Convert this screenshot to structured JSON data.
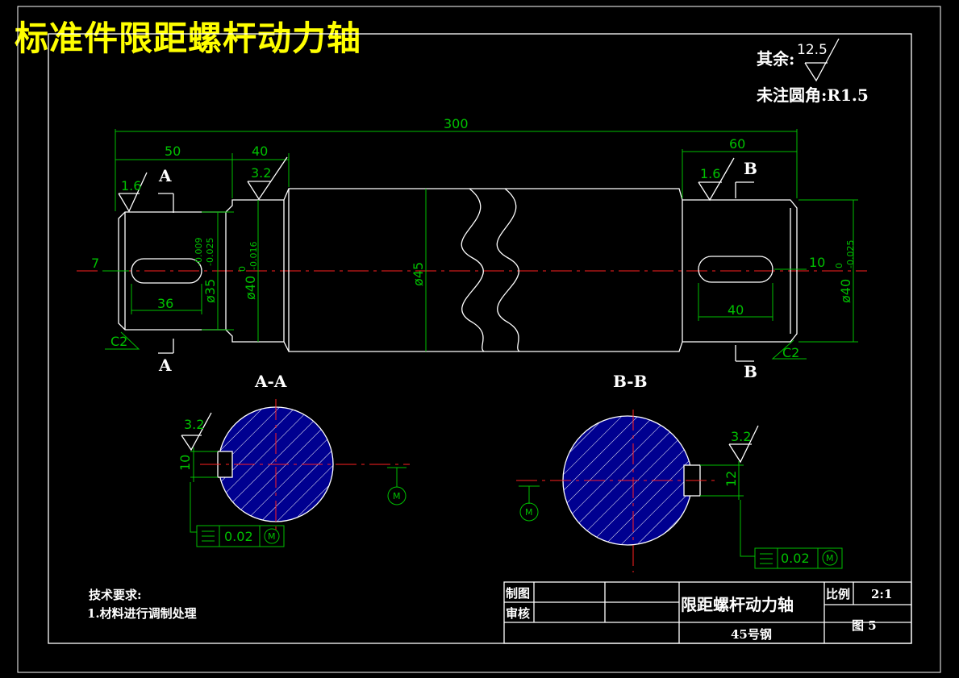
{
  "title": "标准件限距螺杆动力轴",
  "notes": {
    "roughness_rest_label": "其余:",
    "roughness_rest_value": "12.5",
    "fillet_note": "未注圆角:R1.5"
  },
  "dimensions": {
    "overall_length": "300",
    "left_length": "50",
    "step_length": "40",
    "right_length": "60",
    "keyway_left_length": "36",
    "keyway_right_length": "40",
    "dia_left": "ø35",
    "dia_left_tol_upper": "-0.009",
    "dia_left_tol_lower": "-0.025",
    "dia_step": "ø40",
    "dia_step_tol_upper": "0",
    "dia_step_tol_lower": "-0.016",
    "dia_mid": "ø45",
    "dia_right": "ø40",
    "dia_right_tol_upper": "0",
    "dia_right_tol_lower": "-0.025",
    "keyway_left_width": "7",
    "keyway_right_width": "10",
    "chamfer_left": "C2",
    "chamfer_right": "C2",
    "section_a_key_width": "10",
    "section_b_key_width": "12"
  },
  "roughness": {
    "left_end": "1.6",
    "step": "3.2",
    "right_end": "1.6",
    "section_a": "3.2",
    "section_b": "3.2"
  },
  "sections": {
    "a_marker": "A",
    "b_marker": "B",
    "a_title": "A-A",
    "b_title": "B-B",
    "tolerance_value": "0.02",
    "modifier": "M"
  },
  "tech_requirements": {
    "heading": "技术要求:",
    "item1": "1.材料进行调制处理"
  },
  "title_block": {
    "drawn_label": "制图",
    "checked_label": "审核",
    "part_name": "限距螺杆动力轴",
    "material": "45号钢",
    "scale_label": "比例",
    "scale_value": "2:1",
    "drawing_no": "图 5"
  }
}
